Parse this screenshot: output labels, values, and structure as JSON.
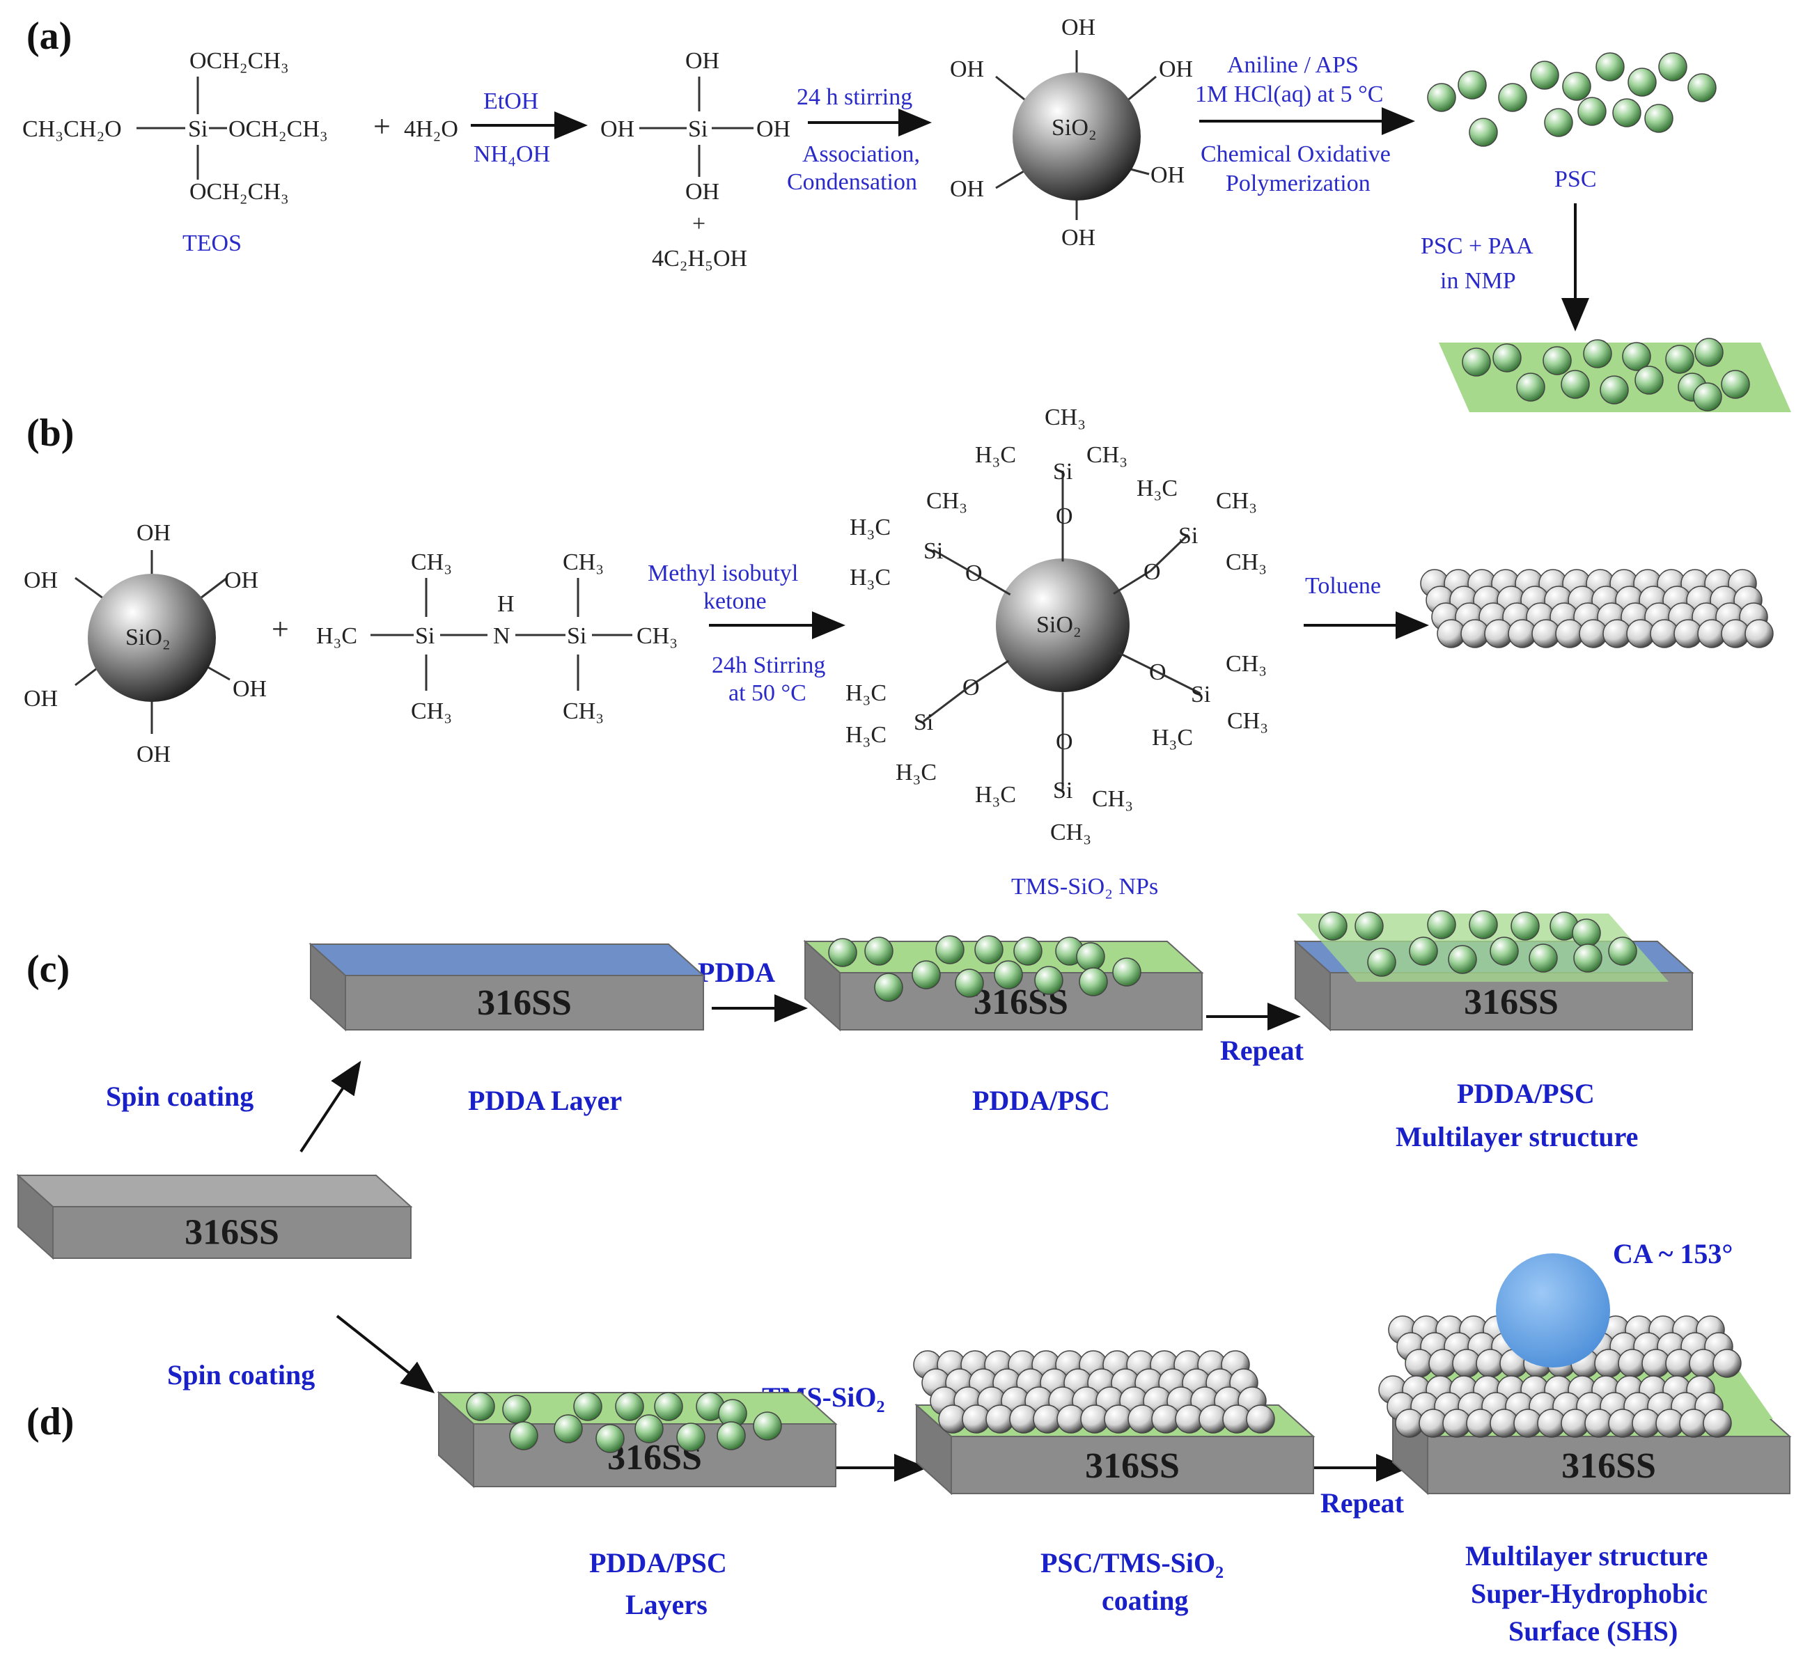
{
  "panels": {
    "a": {
      "label": "(a)",
      "teos": {
        "sub_top": "OCH₂CH₃",
        "left": "CH₃CH₂O",
        "si": "Si",
        "right": "OCH₂CH₃",
        "sub_bottom": "OCH₂CH₃",
        "name": "TEOS"
      },
      "plus": "+",
      "water": "4H₂O",
      "cond1_top": "EtOH",
      "cond1_bottom": "NH₄OH",
      "silanol": {
        "top": "OH",
        "left": "OH",
        "si": "Si",
        "right": "OH",
        "bottom": "OH",
        "plus": "+",
        "byproduct": "4C₂H₅OH"
      },
      "cond2_top": "24 h stirring",
      "cond2_mid": "Association,",
      "cond2_bottom": "Condensation",
      "particle": {
        "core": "SiO₂",
        "oh": "OH"
      },
      "cond3_line1": "Aniline / APS",
      "cond3_line2": "1M HCl(aq) at 5 °C",
      "cond3_line3": "Chemical Oxidative",
      "cond3_line4": "Polymerization",
      "psc": "PSC",
      "cond4_line1": "PSC + PAA",
      "cond4_line2": "in NMP"
    },
    "b": {
      "label": "(b)",
      "particle": {
        "core": "SiO₂",
        "oh": "OH"
      },
      "plus": "+",
      "hmds": {
        "ch3": "CH₃",
        "h3c": "H₃C",
        "si": "Si",
        "n": "N",
        "h": "H"
      },
      "cond1_line1": "Methyl isobutyl",
      "cond1_line2": "ketone",
      "cond1_line3": "24h Stirring",
      "cond1_line4": "at 50  °C",
      "tms": {
        "core": "SiO₂",
        "o": "O",
        "si": "Si",
        "ch3": "CH₃",
        "h3c": "H₃C"
      },
      "product_name": "TMS-SiO₂ NPs",
      "cond2": "Toluene"
    },
    "c": {
      "label": "(c)",
      "spin1": "Spin coating",
      "slab_label": "316SS",
      "step1": "PDDA Layer",
      "arrow1": "PDDA",
      "step2": "PDDA/PSC",
      "arrow2": "Repeat",
      "step3_line1": "PDDA/PSC",
      "step3_line2": "Multilayer structure"
    },
    "d": {
      "label": "(d)",
      "spin2": "Spin coating",
      "base_slab": "316SS",
      "step1_line1": "PDDA/PSC",
      "step1_line2": "Layers",
      "arrow1": "TMS-SiO₂",
      "step2_line1": "PSC/TMS-SiO₂",
      "step2_line2": "coating",
      "arrow2": "Repeat",
      "ca": "CA ~ 153°",
      "step3_line1": "Multilayer structure",
      "step3_line2": "Super-Hydrophobic",
      "step3_line3": "Surface (SHS)"
    }
  },
  "colors": {
    "green_layer": "#a6d98c",
    "blue_layer": "#6f8fc9",
    "slab_front": "#8c8c8c",
    "slab_top": "#a9a9a9",
    "droplet": "#5b9ee6",
    "label_blue": "#1a20c8"
  }
}
